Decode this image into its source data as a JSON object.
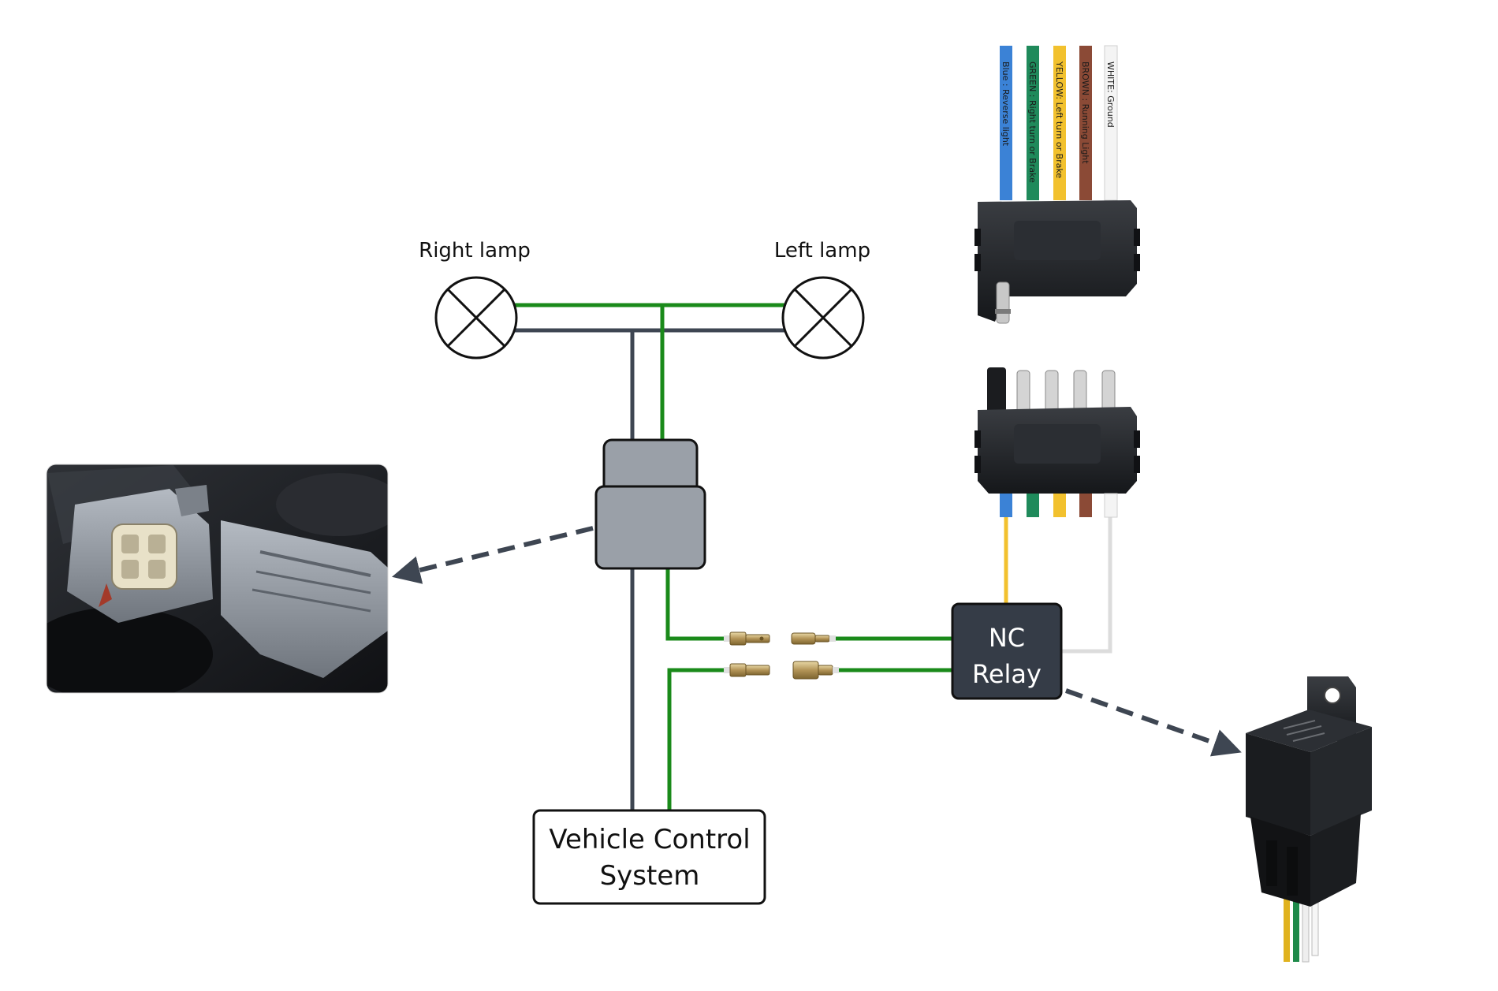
{
  "labels": {
    "right_lamp": "Right lamp",
    "left_lamp": "Left lamp",
    "vehicle_control_line1": "Vehicle Control",
    "vehicle_control_line2": "System",
    "relay_line1": "NC",
    "relay_line2": "Relay"
  },
  "trailer_wires": [
    {
      "label": "Blue : Reverse light",
      "color": "#3b82d6"
    },
    {
      "label": "GREEN : Right turn or Brake",
      "color": "#1f8a5b"
    },
    {
      "label": "YELLOW: Left turn or Brake",
      "color": "#f2c12e"
    },
    {
      "label": "BROWN : Running Light",
      "color": "#8b4a36"
    },
    {
      "label": "WHITE: Ground",
      "color": "#f4f4f4"
    }
  ],
  "colors": {
    "wire_green": "#1a8a1a",
    "wire_dark": "#3e4652",
    "connector_gray": "#9aa0a8",
    "relay_dark": "#353c47",
    "yellow_wire": "#f2c12e",
    "white_wire": "#dcdcdc",
    "arrow_dark": "#3e4652"
  },
  "icons": {
    "lamp": "lamp-symbol-icon",
    "spade": "spade-terminal-icon",
    "arrow": "dashed-arrow-icon"
  }
}
